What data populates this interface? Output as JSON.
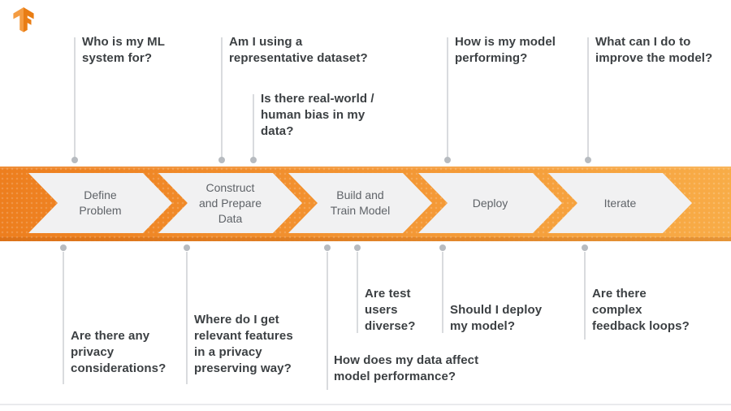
{
  "logo": {
    "name": "TensorFlow",
    "color_light": "#F49C42",
    "color_dark": "#E97D14"
  },
  "colors": {
    "band_gradient_start": "#ED7E1E",
    "band_gradient_end": "#F8AC47",
    "chevron_fill": "#F1F1F2",
    "stage_label": "#5F6368",
    "question_text": "#3C4043",
    "connector_line": "#D9DBDE",
    "connector_dot": "#B7BBC0"
  },
  "pipeline": {
    "stages": [
      {
        "label": "Define\nProblem"
      },
      {
        "label": "Construct\nand Prepare\nData"
      },
      {
        "label": "Build and\nTrain Model"
      },
      {
        "label": "Deploy"
      },
      {
        "label": "Iterate"
      }
    ]
  },
  "questions": {
    "top": [
      {
        "text": "Who is my ML\nsystem for?"
      },
      {
        "text": "Am I using a\nrepresentative dataset?"
      },
      {
        "text": "Is there real-world /\nhuman bias in my\ndata?"
      },
      {
        "text": "How is my model\nperforming?"
      },
      {
        "text": "What can I do to\nimprove the model?"
      }
    ],
    "bottom": [
      {
        "text": "Are there any\nprivacy\nconsiderations?"
      },
      {
        "text": "Where do I get\nrelevant features\nin a privacy\npreserving way?"
      },
      {
        "text": "How does my data affect\nmodel performance?"
      },
      {
        "text": "Are test\nusers\ndiverse?"
      },
      {
        "text": "Should I deploy\nmy model?"
      },
      {
        "text": "Are there\ncomplex\nfeedback loops?"
      }
    ]
  }
}
